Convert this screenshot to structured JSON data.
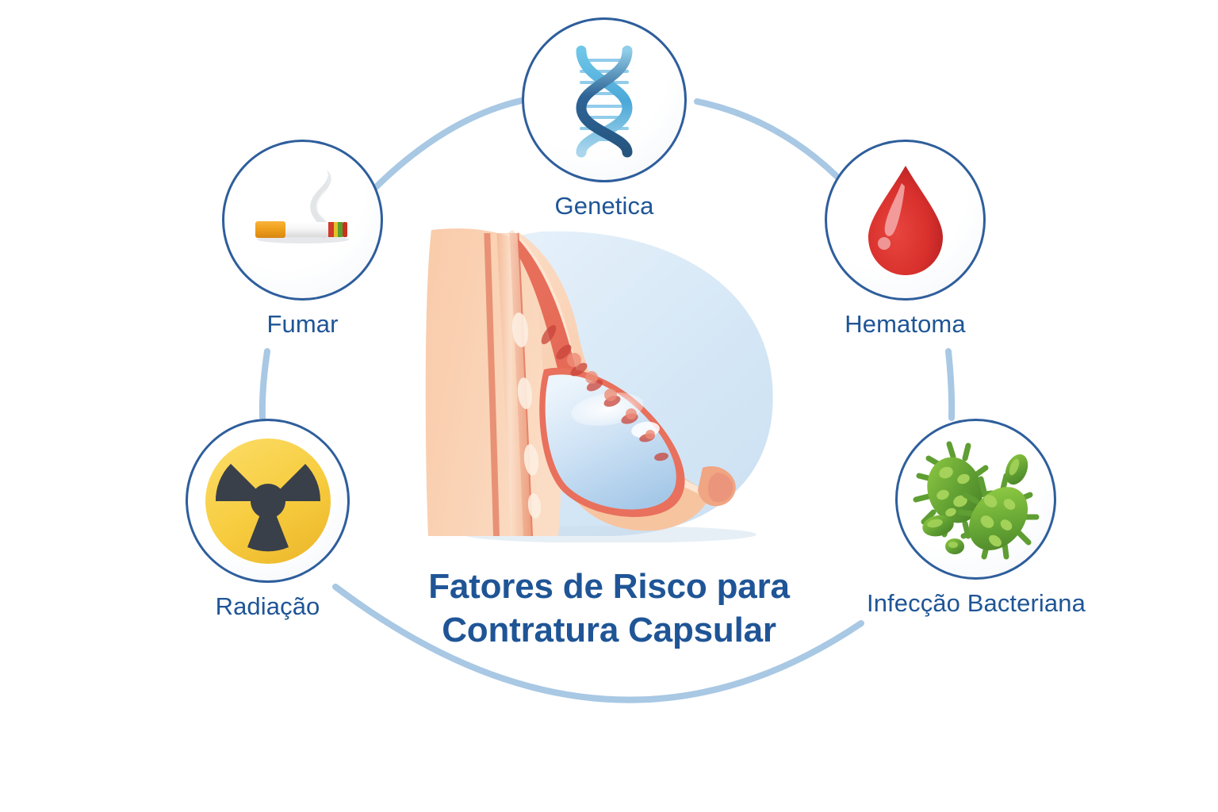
{
  "infographic": {
    "title_line1": "Fatores de Risco para",
    "title_line2": "Contratura Capsular",
    "background_color": "#FFFFFF",
    "accent_blue": "#1F5596",
    "circle_border_color": "#2E5E9C",
    "connector_color": "#A8C8E4"
  },
  "nodes": [
    {
      "id": "genetica",
      "label": "Genetica",
      "icon": "dna-icon",
      "colors": {
        "light": "#4BB0DC",
        "dark": "#2B5C8A",
        "rung": "#7EC4E8"
      }
    },
    {
      "id": "fumar",
      "label": "Fumar",
      "icon": "cigarette-icon",
      "colors": {
        "filter": "#F0A020",
        "body": "#F2F2F2",
        "ember": "#D13B2E",
        "smoke": "#DADEE2"
      }
    },
    {
      "id": "hematoma",
      "label": "Hematoma",
      "icon": "blood-drop-icon",
      "colors": {
        "drop": "#D22B2B",
        "highlight": "#F08F8F"
      }
    },
    {
      "id": "radiacao",
      "label": "Radiação",
      "icon": "radiation-icon",
      "colors": {
        "yellow": "#F7CF46",
        "trefoil": "#3A4049"
      }
    },
    {
      "id": "infeccao",
      "label": "Infecção Bacteriana",
      "icon": "bacteria-icon",
      "colors": {
        "green": "#5E9E33",
        "spot": "#9ECE4F"
      }
    }
  ],
  "center": {
    "icon": "breast-implant-cross-section",
    "colors": {
      "skin": "#F8C9A8",
      "muscle": "#E8705C",
      "implant_light": "#E4EFF9",
      "implant_mid": "#A9CBEA",
      "backdrop": "#DCEAF6"
    }
  }
}
